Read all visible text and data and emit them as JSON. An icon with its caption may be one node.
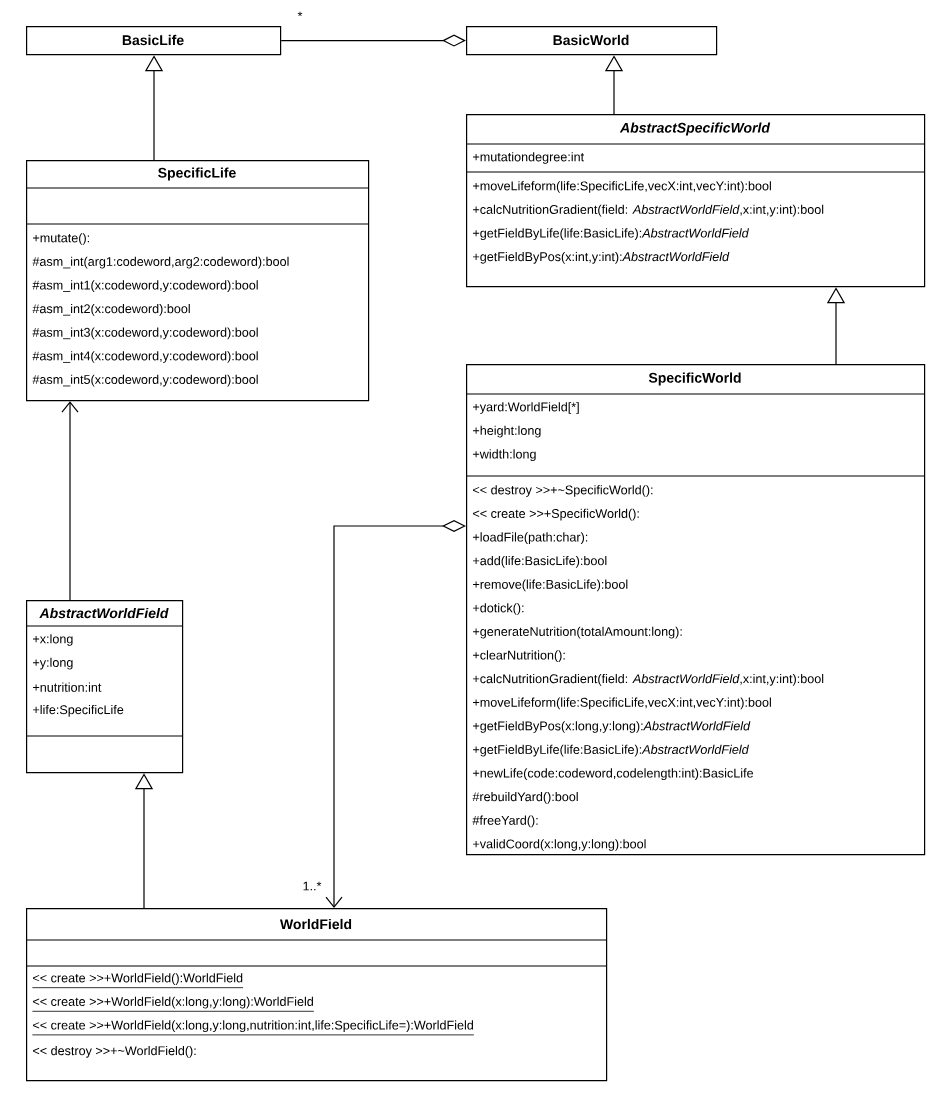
{
  "diagram": {
    "nodes": [
      {
        "text": [
          "BasicLife"
        ]
      },
      {
        "text": [
          "BasicWorld"
        ]
      },
      {
        "text": [
          "SpecificLife",
          "+mutate():",
          "#asm_int(arg1:codeword,arg2:codeword):bool",
          "#asm_int1(x:codeword,y:codeword):bool",
          "#asm_int2(x:codeword):bool",
          "#asm_int3(x:codeword,y:codeword):bool",
          "#asm_int4(x:codeword,y:codeword):bool",
          "#asm_int5(x:codeword,y:codeword):bool"
        ]
      },
      {
        "text": [
          "AbstractSpecificWorld",
          "+mutationdegree:int",
          "+moveLifeform(life:SpecificLife,vecX:int,vecY:int):bool",
          "+calcNutritionGradient(field: *AbstractWorldField*,x:int,y:int):bool",
          "+getFieldByLife(life:BasicLife):*AbstractWorldField*",
          "+getFieldByPos(x:int,y:int):*AbstractWorldField*"
        ]
      },
      {
        "text": [
          "SpecificWorld",
          "+yard:WorldField[*]",
          "+height:long",
          "+width:long",
          "<< destroy >>+~SpecificWorld():",
          "<< create >>+SpecificWorld():",
          "+loadFile(path:char):",
          "+add(life:BasicLife):bool",
          "+remove(life:BasicLife):bool",
          "+dotick():",
          "+generateNutrition(totalAmount:long):",
          "+clearNutrition():",
          "+calcNutritionGradient(field: *AbstractWorldField*,x:int,y:int):bool",
          "+moveLifeform(life:SpecificLife,vecX:int,vecY:int):bool",
          "+getFieldByPos(x:long,y:long):*AbstractWorldField*",
          "+getFieldByLife(life:BasicLife):*AbstractWorldField*",
          "+newLife(code:codeword,codelength:int):BasicLife",
          "#rebuildYard():bool",
          "#freeYard():",
          "+validCoord(x:long,y:long):bool"
        ]
      },
      {
        "text": [
          "AbstractWorldField",
          "+x:long",
          "+y:long",
          "+nutrition:int",
          "+life:SpecificLife"
        ]
      },
      {
        "text": [
          "WorldField",
          "<< create >>+WorldField():WorldField",
          "<< create >>+WorldField(x:long,y:long):WorldField",
          "<< create >>+WorldField(x:long,y:long,nutrition:int,life:SpecificLife=):WorldField",
          "<< destroy >>+~WorldField():"
        ]
      }
    ],
    "edges": [
      {
        "from": 0,
        "to": 1,
        "arrow": "other",
        "label": "*"
      },
      {
        "from": 2,
        "to": 0,
        "arrow": "to"
      },
      {
        "from": 3,
        "to": 1,
        "arrow": "to"
      },
      {
        "from": 4,
        "to": 3,
        "arrow": "to"
      },
      {
        "from": 5,
        "to": 2,
        "arrow": "to"
      },
      {
        "from": 6,
        "to": 5,
        "arrow": "to"
      },
      {
        "from": 4,
        "to": 6,
        "arrow": "to",
        "label": "1..*"
      }
    ]
  }
}
